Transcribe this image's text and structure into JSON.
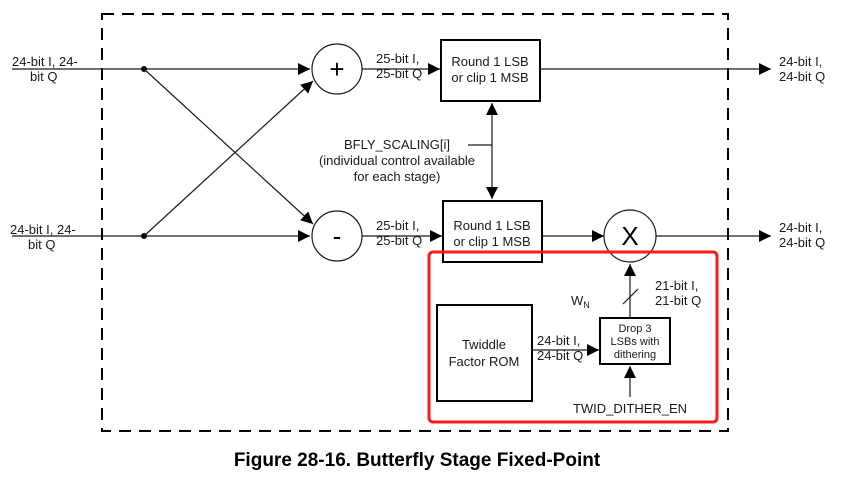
{
  "figure": {
    "caption": "Figure 28-16. Butterfly Stage Fixed-Point",
    "highlight_color": "#ff1a1a",
    "boundary_style": "dashed"
  },
  "inputs": {
    "top": [
      "24-bit I, 24-",
      "bit Q"
    ],
    "bottom": [
      "24-bit I, 24-",
      "bit Q"
    ]
  },
  "nodes": {
    "adder_symbol": "+",
    "subtractor_symbol": "-",
    "multiplier_symbol": "X",
    "round_top": [
      "Round 1 LSB",
      "or clip 1 MSB"
    ],
    "round_bottom": [
      "Round 1 LSB",
      "or clip 1 MSB"
    ],
    "twiddle_rom": [
      "Twiddle",
      "Factor ROM"
    ],
    "drop_lsbs": [
      "Drop 3",
      "LSBs with",
      "dithering"
    ]
  },
  "signals": {
    "adder_out": [
      "25-bit I,",
      "25-bit Q"
    ],
    "sub_out": [
      "25-bit I,",
      "25-bit Q"
    ],
    "scaling_control": [
      "BFLY_SCALING[i]",
      "(individual control available",
      "for each stage)"
    ],
    "rom_out": [
      "24-bit I,",
      "24-bit Q"
    ],
    "twiddle_bits": [
      "21-bit I,",
      "21-bit Q"
    ],
    "twiddle_name": "W",
    "twiddle_sub": "N",
    "dither_enable": "TWID_DITHER_EN"
  },
  "outputs": {
    "top": [
      "24-bit I,",
      "24-bit Q"
    ],
    "bottom": [
      "24-bit I,",
      "24-bit Q"
    ]
  }
}
